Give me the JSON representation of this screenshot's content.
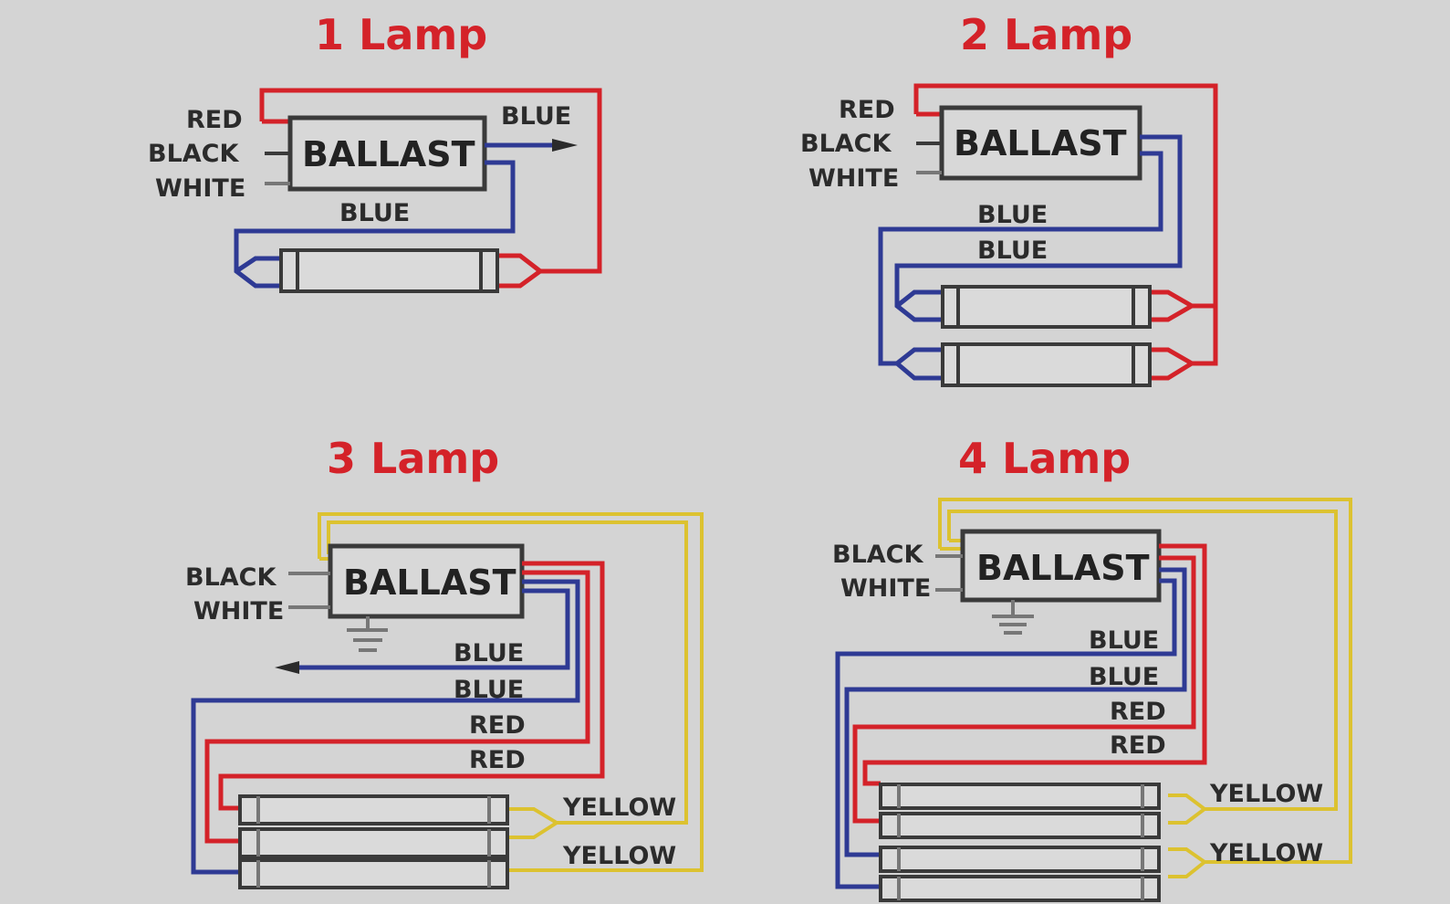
{
  "colors": {
    "background": "#d4d4d4",
    "title": "#d42229",
    "red_wire": "#d42229",
    "blue_wire": "#2e3a94",
    "yellow_wire": "#dcc230",
    "black": "#3a3a3a"
  },
  "diagrams": [
    {
      "title": "1 Lamp",
      "ballast": "BALLAST",
      "inputs": [
        "RED",
        "BLACK",
        "WHITE"
      ],
      "outputs": [
        "BLUE",
        "BLUE"
      ],
      "lamps": 1
    },
    {
      "title": "2 Lamp",
      "ballast": "BALLAST",
      "inputs": [
        "RED",
        "BLACK",
        "WHITE"
      ],
      "outputs": [
        "BLUE",
        "BLUE"
      ],
      "lamps": 2
    },
    {
      "title": "3 Lamp",
      "ballast": "BALLAST",
      "inputs": [
        "BLACK",
        "WHITE"
      ],
      "outputs": [
        "BLUE",
        "BLUE",
        "RED",
        "RED",
        "YELLOW",
        "YELLOW"
      ],
      "lamps": 3
    },
    {
      "title": "4 Lamp",
      "ballast": "BALLAST",
      "inputs": [
        "BLACK",
        "WHITE"
      ],
      "outputs": [
        "BLUE",
        "BLUE",
        "RED",
        "RED",
        "YELLOW",
        "YELLOW"
      ],
      "lamps": 4
    }
  ]
}
